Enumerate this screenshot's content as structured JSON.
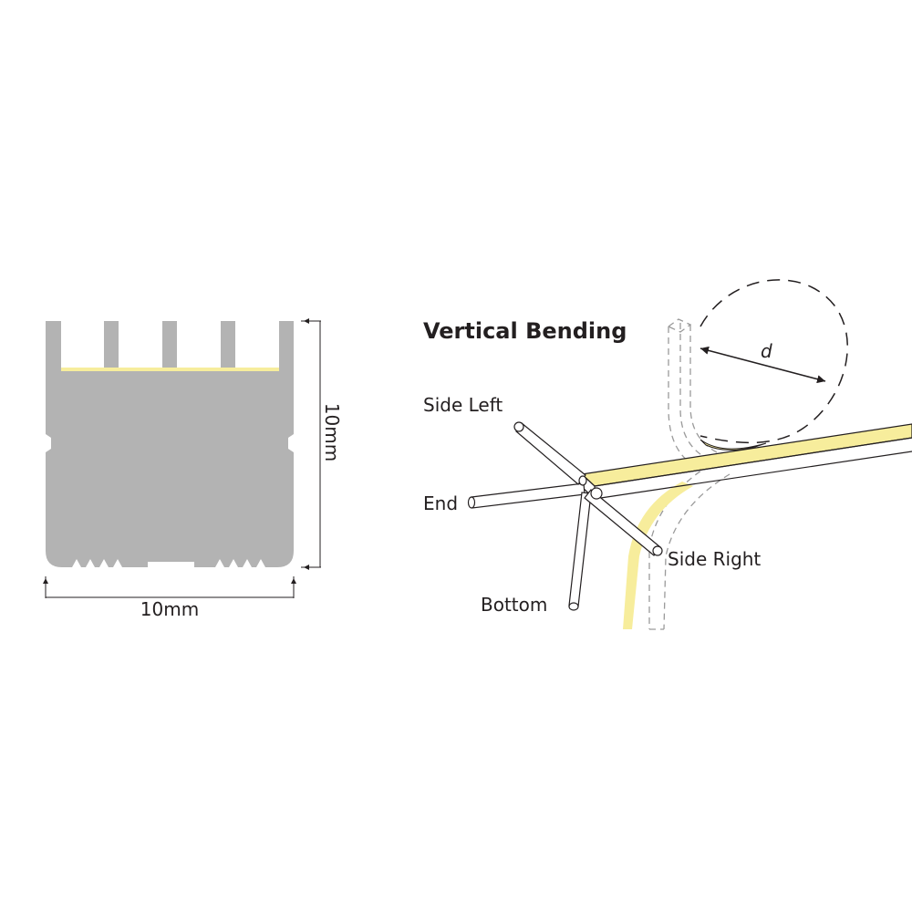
{
  "profile": {
    "width_label": "10mm",
    "height_label": "10mm"
  },
  "bending": {
    "title": "Vertical Bending",
    "diameter_label": "d",
    "side_left": "Side Left",
    "end": "End",
    "bottom": "Bottom",
    "side_right": "Side Right"
  },
  "colors": {
    "profile_fill": "#b3b3b3",
    "led_strip": "#f7ed9c",
    "line": "#231f20",
    "dashed": "#9a9a9a"
  }
}
